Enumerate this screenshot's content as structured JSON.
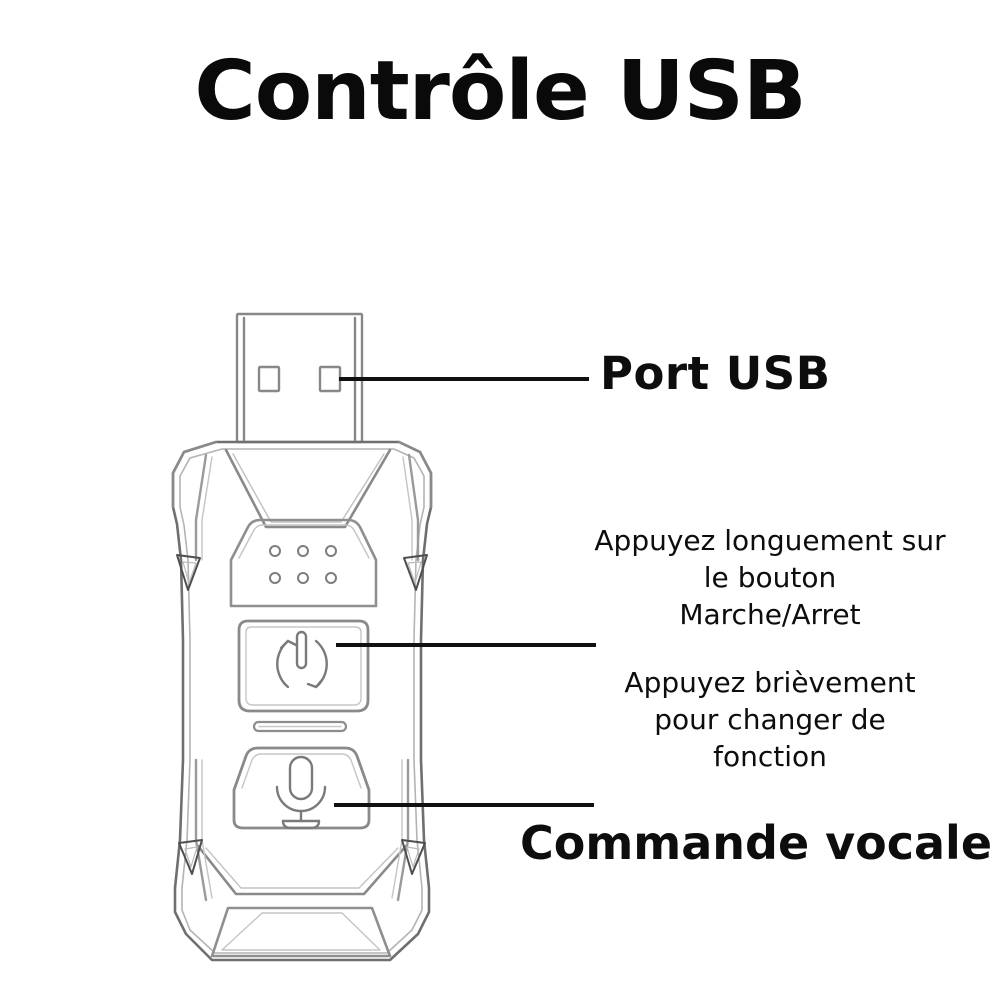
{
  "page": {
    "title": "Contrôle USB",
    "background_color": "#ffffff",
    "text_color": "#0d0d0d",
    "line_color": "#111111",
    "drawing_color": "#6f6f6f"
  },
  "title": {
    "text": "Contrôle USB"
  },
  "callouts": {
    "port_usb": {
      "label": "Port USB"
    },
    "long_press": {
      "line1": "Appuyez longuement sur",
      "line2": "le bouton",
      "line3": "Marche/Arret"
    },
    "short_press": {
      "line1": "Appuyez brièvement",
      "line2": "pour changer de",
      "line3": "fonction"
    },
    "voice_command": {
      "label": "Commande vocale"
    }
  },
  "device": {
    "name": "usb-dongle-illustration",
    "parts": {
      "usb_connector": "usb-plug",
      "indicator_dots": 6,
      "power_button": "power-refresh-icon",
      "led_slot": "led-strip",
      "mic_button": "microphone-icon"
    }
  }
}
